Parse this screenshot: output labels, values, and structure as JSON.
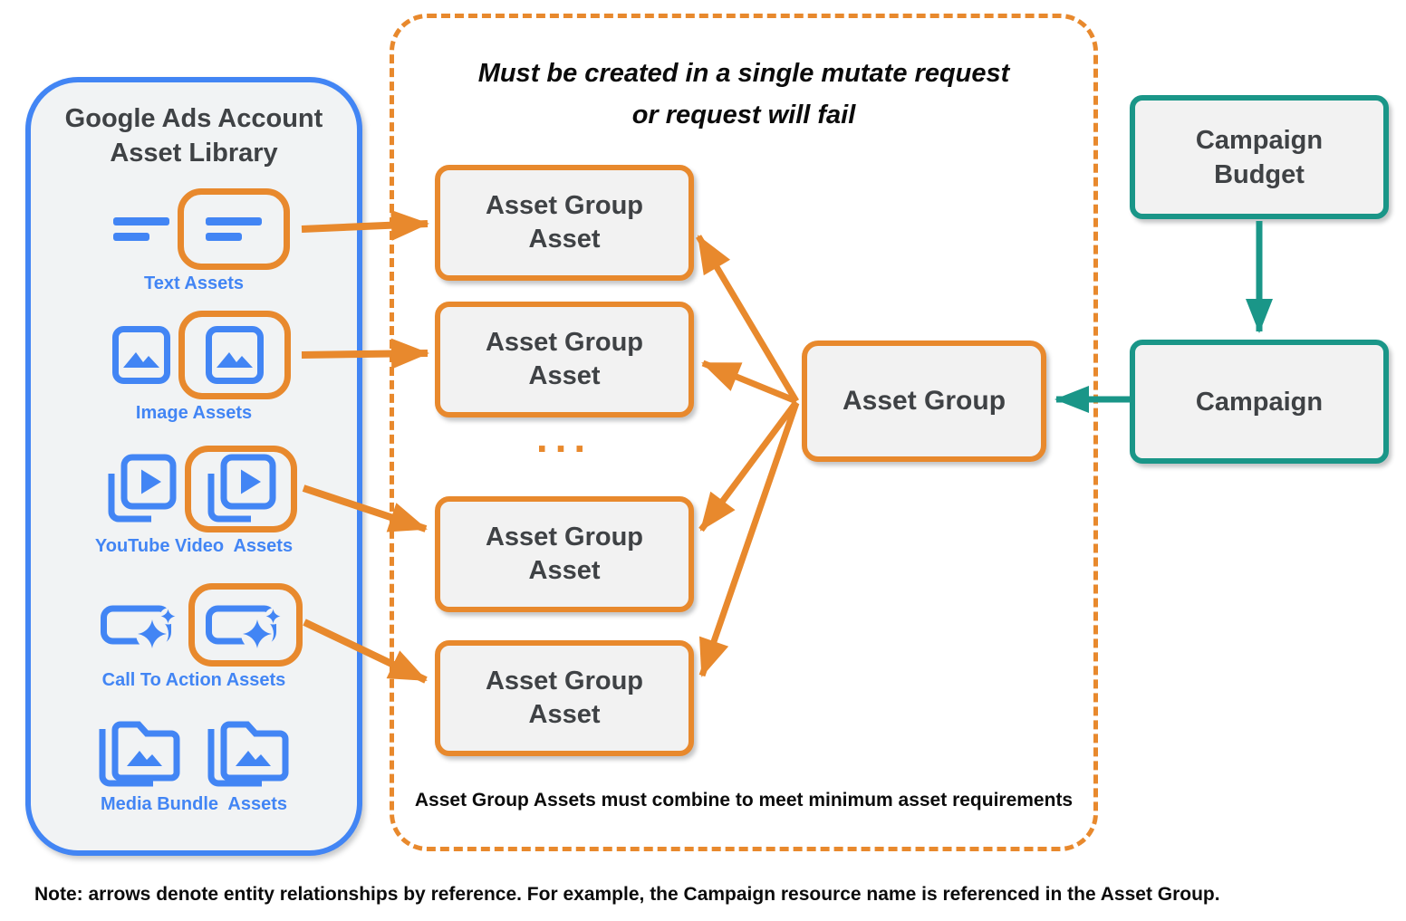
{
  "colors": {
    "orange": "#E8892D",
    "blue": "#4285F4",
    "teal": "#1A9688",
    "ink": "#3F4245",
    "black": "#0B0B0B",
    "panel-bg": "#F1F3F4",
    "box-fill": "#F2F2F2"
  },
  "library": {
    "title_line1": "Google Ads Account",
    "title_line2": "Asset Library",
    "items": [
      {
        "label": "Text Assets",
        "icon": "text-asset-icon"
      },
      {
        "label": "Image Assets",
        "icon": "image-asset-icon"
      },
      {
        "label": "YouTube Video  Assets",
        "icon": "youtube-video-asset-icon"
      },
      {
        "label": "Call To Action Assets",
        "icon": "call-to-action-asset-icon"
      },
      {
        "label": "Media Bundle  Assets",
        "icon": "media-bundle-asset-icon"
      }
    ]
  },
  "mutate_region": {
    "title_line1": "Must be created in a single mutate request",
    "title_line2": "or request will fail",
    "asset_group_asset": {
      "line1": "Asset Group",
      "line2": "Asset"
    },
    "ellipsis": "...",
    "footnote": "Asset Group Assets must combine to meet minimum asset requirements"
  },
  "asset_group": {
    "label": "Asset Group"
  },
  "campaign_budget": {
    "line1": "Campaign",
    "line2": "Budget"
  },
  "campaign": {
    "label": "Campaign"
  },
  "note": "Note: arrows denote entity relationships by reference. For example, the Campaign resource name is referenced in the Asset Group."
}
